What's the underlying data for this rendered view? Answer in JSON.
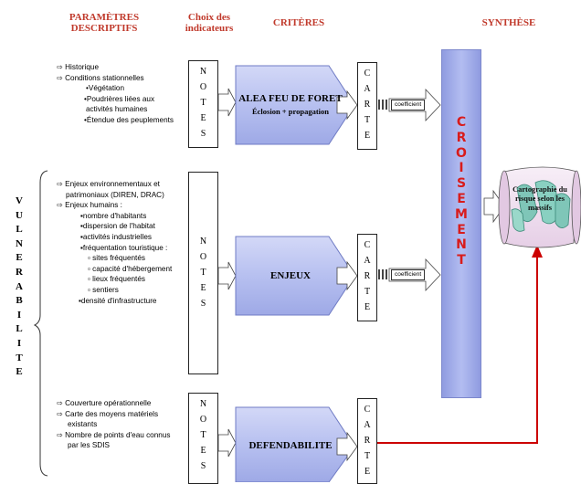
{
  "headers": {
    "parametres": "PARAMÈTRES\nDESCRIPTIFS",
    "choix": "Choix des\nindicateurs",
    "criteres": "CRITÈRES",
    "synthese": "SYNTHÈSE"
  },
  "vulnerabilite_letters": [
    "V",
    "U",
    "L",
    "N",
    "E",
    "R",
    "A",
    "B",
    "I",
    "L",
    "I",
    "T",
    "E"
  ],
  "section1_items": [
    "⇨ Historique",
    "⇨ Conditions stationnelles",
    "•Végétation",
    "•Poudrières liées aux",
    "activités humaines",
    "•Étendue des peuplements"
  ],
  "section2_items": [
    "⇨ Enjeux environnementaux et",
    "patrimoniaux (DIREN, DRAC)",
    "⇨ Enjeux humains :",
    "▪nombre d'habitants",
    "▪dispersion de l'habitat",
    "▪activités industrielles",
    "▪fréquentation touristique :",
    "▫ sites fréquentés",
    "▫ capacité d'hébergement",
    "▫ lieux fréquentés",
    "▫ sentiers",
    "▪densité d'infrastructure"
  ],
  "section3_items": [
    "⇨ Couverture opérationnelle",
    "⇨ Carte des moyens matériels",
    "existants",
    "⇨ Nombre de points d'eau connus",
    "par les SDIS"
  ],
  "notes_letters": [
    "N",
    "O",
    "T",
    "E",
    "S"
  ],
  "carte_letters": [
    "C",
    "A",
    "R",
    "T",
    "E"
  ],
  "criteria": {
    "alea_title": "ALEA FEU DE FORET",
    "alea_sub": "Éclosion + propagation",
    "enjeux": "ENJEUX",
    "defendabilite": "DEFENDABILITE"
  },
  "coefficient_labels": [
    "coefficient",
    "coefficient"
  ],
  "croisement_letters": [
    "C",
    "R",
    "O",
    "I",
    "S",
    "E",
    "M",
    "E",
    "N",
    "T"
  ],
  "cartographie": "Cartographie du\nrisque selon les\nmassifs",
  "colors": {
    "header_red": "#c0392b",
    "synth_blue": "#9ea8e8",
    "pentagon_fill": "#bcc4f2",
    "croisement_red": "#d81c1c",
    "link_red": "#cc0000",
    "scroll_fill": "#f1dff1"
  }
}
